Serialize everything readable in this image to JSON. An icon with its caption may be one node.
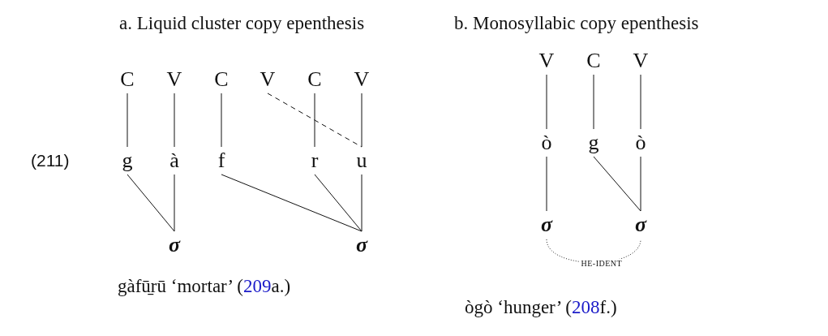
{
  "diagram": {
    "nodes": [
      {
        "text": [
          "C"
        ]
      },
      {
        "text": [
          "V"
        ]
      },
      {
        "text": [
          "C"
        ]
      },
      {
        "text": [
          "V"
        ]
      },
      {
        "text": [
          "C"
        ]
      },
      {
        "text": [
          "V"
        ]
      },
      {
        "text": [
          "g"
        ]
      },
      {
        "text": [
          "à"
        ]
      },
      {
        "text": [
          "f"
        ]
      },
      {
        "text": [
          "r"
        ]
      },
      {
        "text": [
          "u"
        ]
      },
      {
        "text": [
          "σ"
        ]
      },
      {
        "text": [
          "σ"
        ]
      },
      {
        "text": [
          "V"
        ]
      },
      {
        "text": [
          "C"
        ]
      },
      {
        "text": [
          "V"
        ]
      },
      {
        "text": [
          "ò"
        ]
      },
      {
        "text": [
          "g"
        ]
      },
      {
        "text": [
          "ò"
        ]
      },
      {
        "text": [
          "σ"
        ]
      },
      {
        "text": [
          "σ"
        ]
      }
    ],
    "edges": [
      {
        "from": 0,
        "to": 6,
        "arrow": "none"
      },
      {
        "from": 1,
        "to": 7,
        "arrow": "none"
      },
      {
        "from": 2,
        "to": 8,
        "arrow": "none"
      },
      {
        "from": 3,
        "to": 10,
        "arrow": "none",
        "style": "dashed"
      },
      {
        "from": 4,
        "to": 9,
        "arrow": "none"
      },
      {
        "from": 5,
        "to": 10,
        "arrow": "none"
      },
      {
        "from": 6,
        "to": 11,
        "arrow": "none"
      },
      {
        "from": 7,
        "to": 11,
        "arrow": "none"
      },
      {
        "from": 8,
        "to": 12,
        "arrow": "none"
      },
      {
        "from": 9,
        "to": 12,
        "arrow": "none"
      },
      {
        "from": 10,
        "to": 12,
        "arrow": "none"
      },
      {
        "from": 13,
        "to": 16,
        "arrow": "none"
      },
      {
        "from": 14,
        "to": 17,
        "arrow": "none"
      },
      {
        "from": 15,
        "to": 18,
        "arrow": "none"
      },
      {
        "from": 16,
        "to": 19,
        "arrow": "none"
      },
      {
        "from": 17,
        "to": 20,
        "arrow": "none"
      },
      {
        "from": 18,
        "to": 20,
        "arrow": "none"
      },
      {
        "from": 19,
        "to": 20,
        "arrow": "none",
        "style": "dashed",
        "label": "HE-IDENT"
      }
    ],
    "labels": [
      "(211)",
      "a. Liquid cluster copy epenthesis",
      "b. Monosyllabic copy epenthesis",
      "gàfū̱rū ‘mortar’ (209a.)",
      "ògò ‘hunger’ (208f.)"
    ]
  }
}
